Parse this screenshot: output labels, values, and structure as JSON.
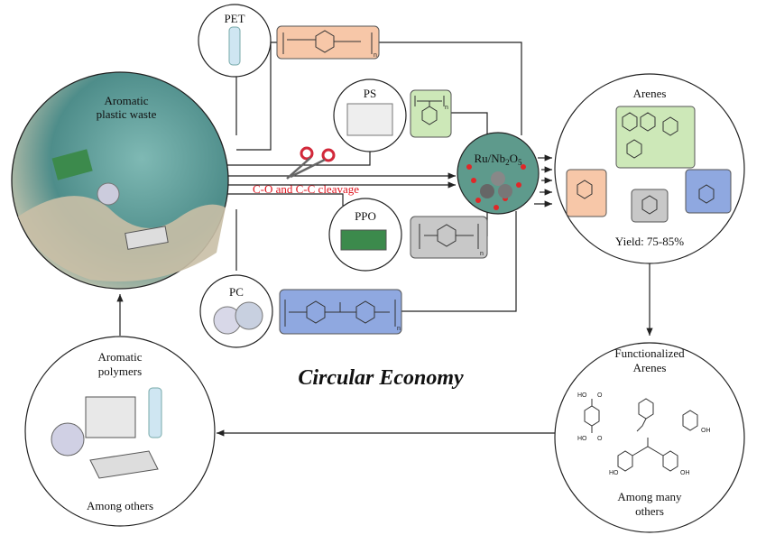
{
  "waste": {
    "label_line1": "Aromatic",
    "label_line2": "plastic waste"
  },
  "polymers": [
    {
      "name": "PET",
      "box_color": "#f7c7a8"
    },
    {
      "name": "PS",
      "box_color": "#cde8b8"
    },
    {
      "name": "PPO",
      "box_color": "#c8c8c8"
    },
    {
      "name": "PC",
      "box_color": "#8fa8e0"
    }
  ],
  "repeat_subscript": "n",
  "cleavage": {
    "label": "C-O and C-C cleavage",
    "color": "#e0141e",
    "icon": "scissors-icon"
  },
  "catalyst": {
    "label_parts": [
      "Ru/Nb",
      "2",
      "O",
      "5"
    ]
  },
  "arenes": {
    "title": "Arenes",
    "yield": "Yield: 75-85%",
    "box_colors": [
      "#cde8b8",
      "#f7c7a8",
      "#c8c8c8",
      "#8fa8e0"
    ]
  },
  "functionalized": {
    "title_line1": "Functionalized",
    "title_line2": "Arenes",
    "footer_line1": "Among many",
    "footer_line2": "others",
    "atom_labels": [
      "HO",
      "O",
      "HO",
      "O",
      "OH",
      "HO",
      "OH"
    ]
  },
  "aromatic_polymers": {
    "title_line1": "Aromatic",
    "title_line2": "polymers",
    "footer": "Among others"
  },
  "center_title": "Circular Economy"
}
